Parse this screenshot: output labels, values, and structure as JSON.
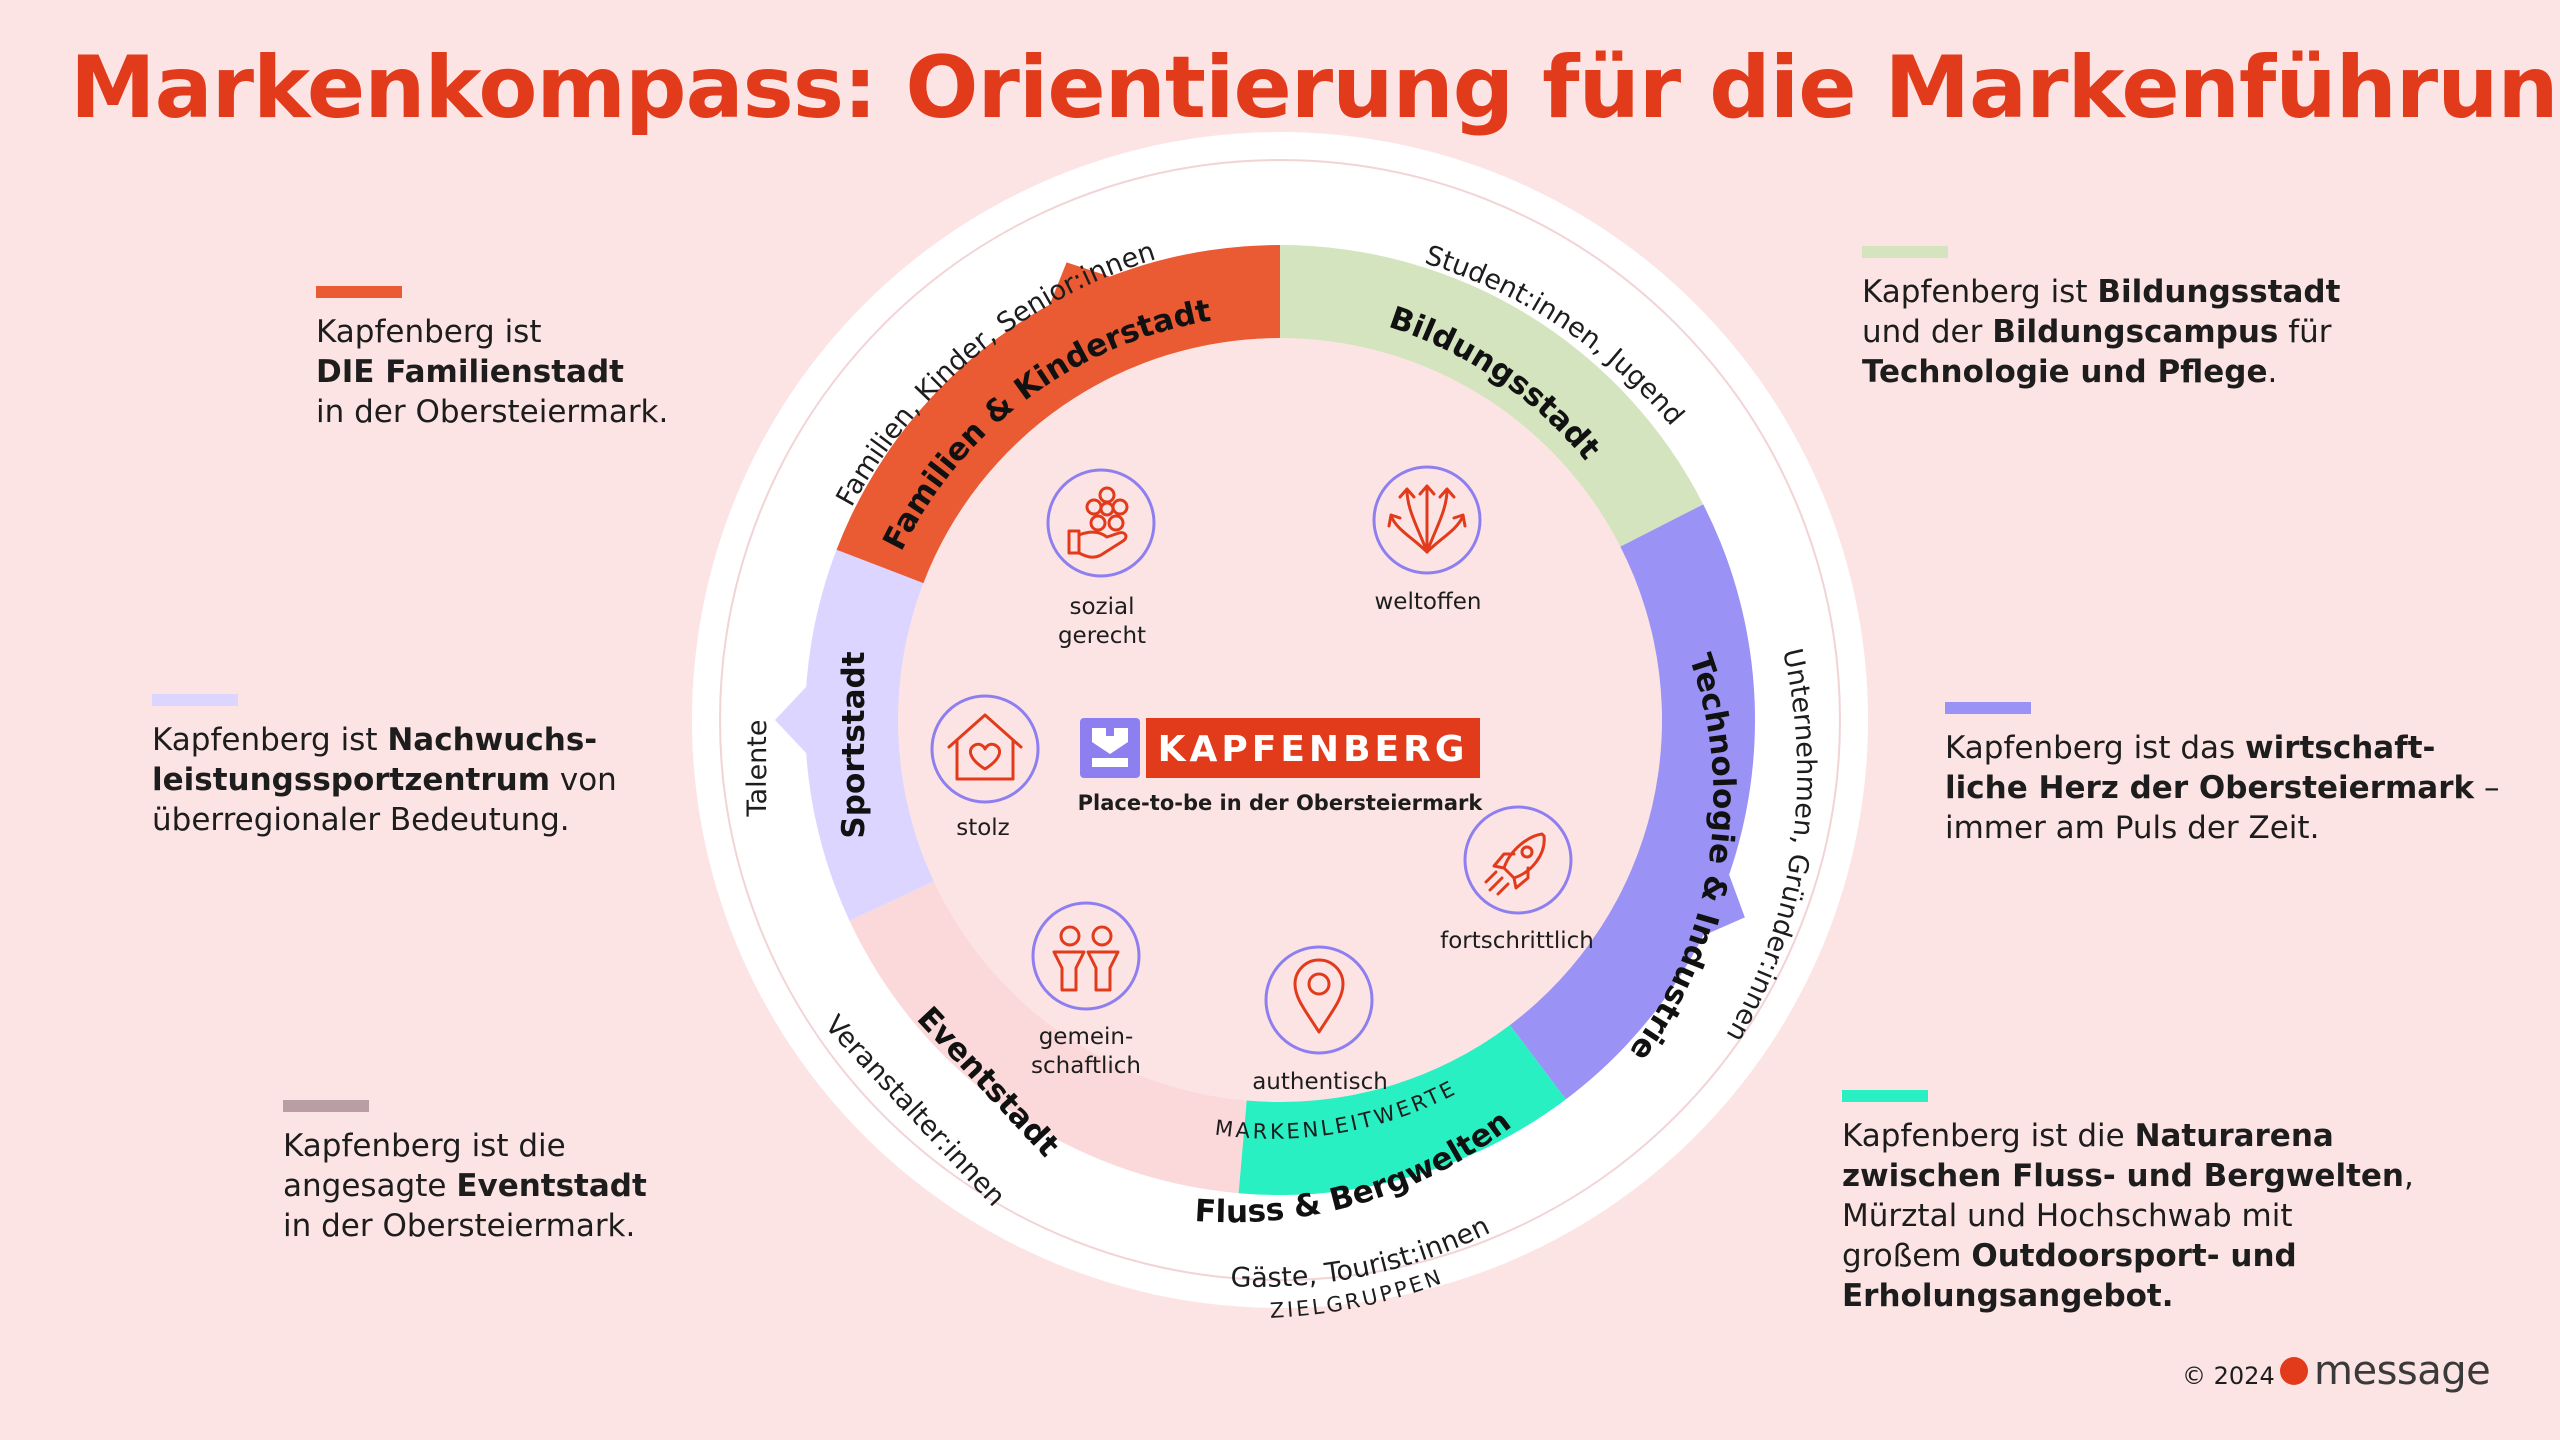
{
  "title": "Markenkompass: Orientierung für die Markenführung",
  "colors": {
    "background": "#fde4e4",
    "title": "#e23b1c",
    "familien": "#ea5a33",
    "bildung": "#d3e4bf",
    "technologie": "#9b92f5",
    "fluss": "#28f0c3",
    "event": "#fbd9da",
    "sport": "#dcd5ff",
    "event_bar": "#b99fa3",
    "icon_stroke": "#e23b1c",
    "icon_ring": "#8e7ff0",
    "logo_red": "#e23b1c",
    "logo_purple": "#8e7ff0"
  },
  "notes": {
    "familien": [
      [
        {
          "t": "Kapfenberg ist",
          "b": false
        }
      ],
      [
        {
          "t": "DIE Familienstadt",
          "b": true
        }
      ],
      [
        {
          "t": "in der Obersteiermark.",
          "b": false
        }
      ]
    ],
    "bildung": [
      [
        {
          "t": "Kapfenberg ist ",
          "b": false
        },
        {
          "t": "Bildungsstadt",
          "b": true
        }
      ],
      [
        {
          "t": "und der ",
          "b": false
        },
        {
          "t": "Bildungscampus",
          "b": true
        },
        {
          "t": " für",
          "b": false
        }
      ],
      [
        {
          "t": "Technologie und Pflege",
          "b": true
        },
        {
          "t": ".",
          "b": false
        }
      ]
    ],
    "sport": [
      [
        {
          "t": "Kapfenberg ist ",
          "b": false
        },
        {
          "t": "Nachwuchs-",
          "b": true
        }
      ],
      [
        {
          "t": "leistungssportzentrum",
          "b": true
        },
        {
          "t": " von",
          "b": false
        }
      ],
      [
        {
          "t": "überregionaler Bedeutung.",
          "b": false
        }
      ]
    ],
    "technologie": [
      [
        {
          "t": "Kapfenberg ist das ",
          "b": false
        },
        {
          "t": "wirtschaft-",
          "b": true
        }
      ],
      [
        {
          "t": "liche Herz der Obersteiermark",
          "b": true
        },
        {
          "t": " –",
          "b": false
        }
      ],
      [
        {
          "t": "immer am Puls der Zeit.",
          "b": false
        }
      ]
    ],
    "event": [
      [
        {
          "t": "Kapfenberg ist die",
          "b": false
        }
      ],
      [
        {
          "t": "angesagte ",
          "b": false
        },
        {
          "t": "Eventstadt",
          "b": true
        }
      ],
      [
        {
          "t": "in der Obersteiermark.",
          "b": false
        }
      ]
    ],
    "fluss": [
      [
        {
          "t": "Kapfenberg ist die ",
          "b": false
        },
        {
          "t": "Naturarena",
          "b": true
        }
      ],
      [
        {
          "t": "zwischen Fluss- und Bergwelten",
          "b": true
        },
        {
          "t": ",",
          "b": false
        }
      ],
      [
        {
          "t": "Mürztal und Hochschwab mit",
          "b": false
        }
      ],
      [
        {
          "t": "großem ",
          "b": false
        },
        {
          "t": "Outdoorsport- und",
          "b": true
        }
      ],
      [
        {
          "t": "Erholungsangebot.",
          "b": true
        }
      ]
    ]
  },
  "compass": {
    "segments": {
      "familien": "Familien & Kinderstadt",
      "bildung": "Bildungsstadt",
      "technologie": "Technologie & Industrie",
      "fluss": "Fluss & Bergwelten",
      "event": "Eventstadt",
      "sport": "Sportstadt"
    },
    "target_groups": {
      "familien": "Familien, Kinder, Senior:innen",
      "bildung": "Student:innen, Jugend",
      "technologie": "Unternehmen, Gründer:innen",
      "fluss": "Gäste, Tourist:innen",
      "event": "Veranstalter:innen",
      "sport": "Talente"
    },
    "ring_label": "ZIELGRUPPEN",
    "values_label": "MARKENLEITWERTE",
    "values": {
      "sozial_1": "sozial",
      "sozial_2": "gerecht",
      "weltoffen": "weltoffen",
      "stolz": "stolz",
      "fortschrittlich": "fortschrittlich",
      "gemein_1": "gemein-",
      "gemein_2": "schaftlich",
      "authentisch": "authentisch"
    },
    "icons": {
      "sozial": "hand-flower-icon",
      "weltoffen": "arrows-spread-icon",
      "stolz": "house-heart-icon",
      "fortschrittlich": "rocket-icon",
      "gemeinschaftlich": "people-icon",
      "authentisch": "location-pin-icon"
    }
  },
  "logo": {
    "wordmark": "KAPFENBERG",
    "tagline": "Place-to-be in der Obersteiermark"
  },
  "footer": {
    "copyright": "© 2024",
    "brand": "message"
  }
}
